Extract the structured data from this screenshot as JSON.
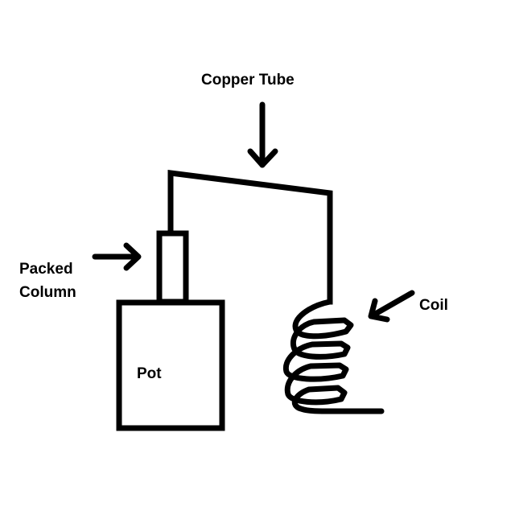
{
  "labels": {
    "copper_tube": "Copper Tube",
    "packed_line1": "Packed",
    "packed_line2": "Column",
    "coil": "Coil",
    "pot": "Pot"
  },
  "colors": {
    "ink": "#000000",
    "background": "#ffffff"
  }
}
